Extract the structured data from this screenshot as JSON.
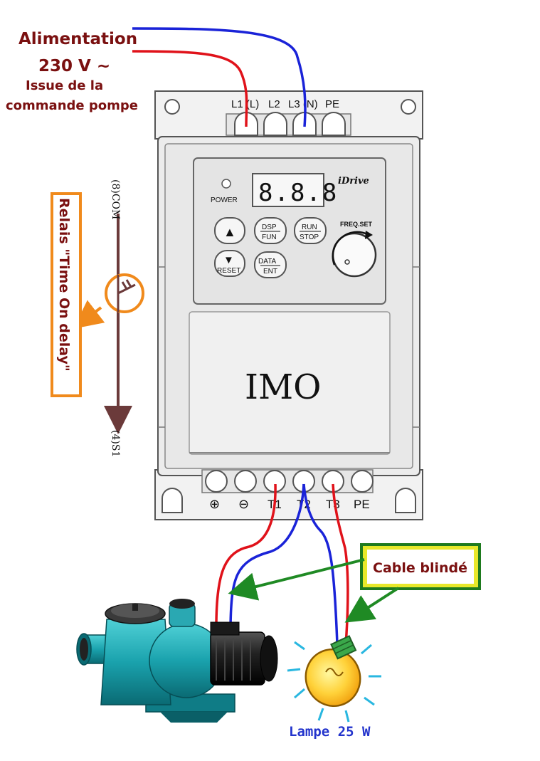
{
  "supply": {
    "title": "Alimentation",
    "voltage": "230 V ~",
    "source_line1": "Issue de la",
    "source_line2": "commande pompe"
  },
  "drive": {
    "brand": "IMO",
    "model": "iDrive",
    "display": "8.8.8",
    "power_label": "POWER",
    "freq_label": "FREQ.SET",
    "buttons": {
      "up": "▲",
      "down": "▼",
      "reset": "RESET",
      "dsp_top": "DSP",
      "dsp_bottom": "FUN",
      "run_top": "RUN",
      "run_bottom": "STOP",
      "data_top": "DATA",
      "data_bottom": "ENT"
    },
    "input_terminals": [
      "L1 (L)",
      "L2",
      "L3 (N)",
      "PE"
    ],
    "output_terminals": [
      "⊕",
      "⊖",
      "T1",
      "T2",
      "T3",
      "PE"
    ]
  },
  "relay": {
    "label": "Relais \"Time On  delay\"",
    "top_terminal": "(8)COM",
    "bottom_terminal": "(4)S1"
  },
  "cable": {
    "label": "Cable blindé"
  },
  "lamp": {
    "label": "Lampe 25 W"
  },
  "colors": {
    "red_wire": "#e0121a",
    "blue_wire": "#1a23d8",
    "relay_wire": "#6b3a3a",
    "relay_orange": "#f08a1c",
    "arrow_green": "#1f8a24",
    "label_maroon": "#7a1010",
    "lamp_blue": "#2233cc",
    "cable_box_border": "#1e7a1e",
    "cable_box_inner": "#e8e82a"
  }
}
